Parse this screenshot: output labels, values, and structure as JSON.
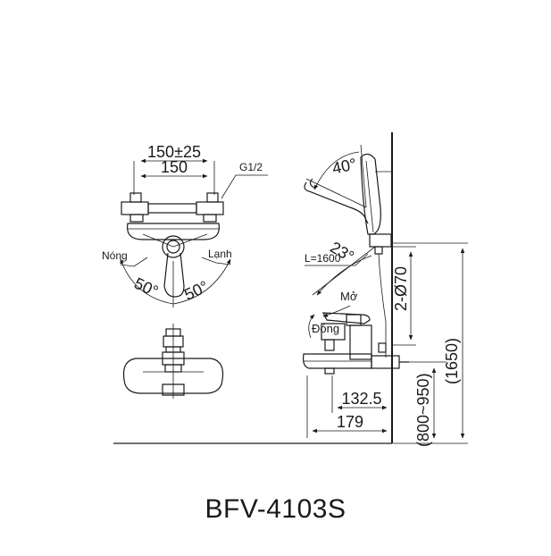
{
  "labels": {
    "dim_150_25": "150±25",
    "dim_150": "150",
    "thread": "G1/2",
    "hot": "Nóng",
    "cold": "Lạnh",
    "angle_left": "50°",
    "angle_right": "50°",
    "angle_40": "40°",
    "angle_23": "23°",
    "hose_length": "L=1600",
    "dim_2_d70": "2-Ø70",
    "open": "Mở",
    "close": "Đóng",
    "dim_132_5": "132.5",
    "dim_179": "179",
    "dim_800_950": "(800~950)",
    "dim_1650": "(1650)"
  },
  "model": "BFV-4103S"
}
